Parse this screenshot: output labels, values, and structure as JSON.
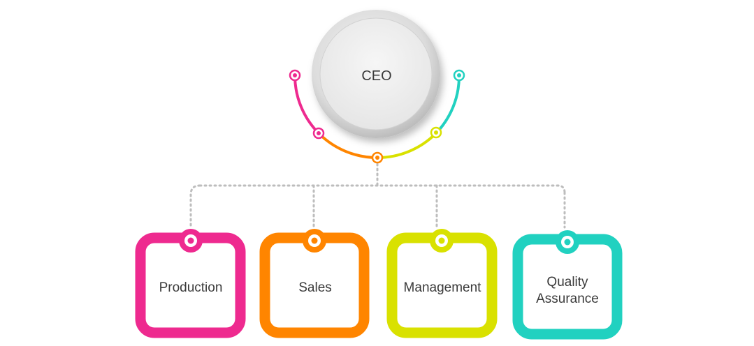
{
  "ceo": {
    "label": "CEO"
  },
  "departments": [
    {
      "label": "Production",
      "color": "#ee2a8f"
    },
    {
      "label": "Sales",
      "color": "#ff8500"
    },
    {
      "label": "Management",
      "color": "#d9e100"
    },
    {
      "label": "Quality Assurance",
      "color": "#21d1c0"
    }
  ],
  "arc_colors": [
    "#ee2a8f",
    "#ff8500",
    "#d9e100",
    "#21d1c0"
  ],
  "connector_color": "#bdbdbd"
}
